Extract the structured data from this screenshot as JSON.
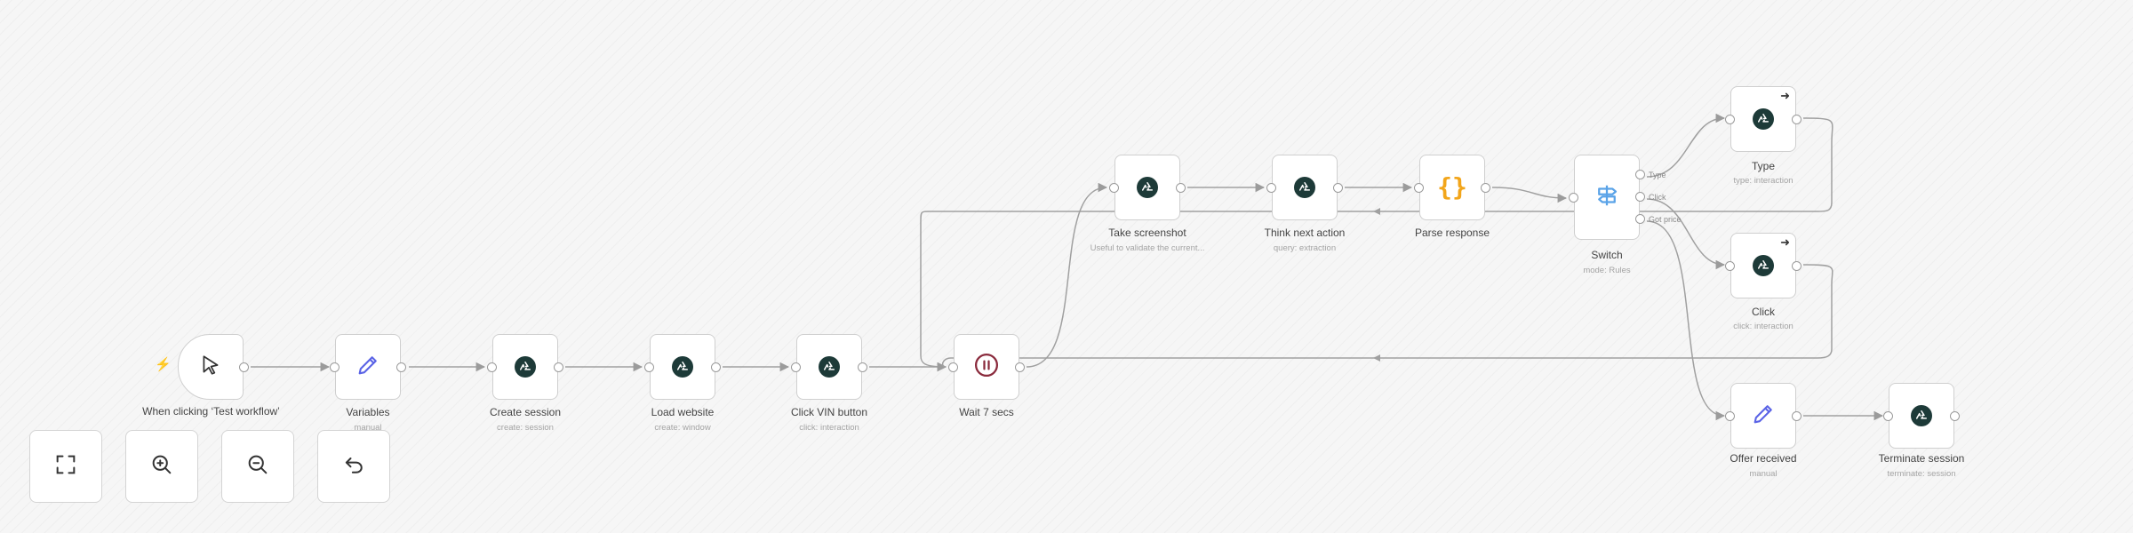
{
  "nodes": {
    "trigger": {
      "label": "When clicking ‘Test workflow’",
      "icon": "cursor-arrow-icon"
    },
    "variables": {
      "label": "Variables",
      "sub": "manual",
      "icon": "pencil-icon"
    },
    "create_session": {
      "label": "Create session",
      "sub": "create: session",
      "icon": "browser-agent-icon"
    },
    "load_website": {
      "label": "Load website",
      "sub": "create: window",
      "icon": "browser-agent-icon"
    },
    "click_vin": {
      "label": "Click VIN button",
      "sub": "click: interaction",
      "icon": "browser-agent-icon"
    },
    "wait": {
      "label": "Wait 7 secs",
      "icon": "pause-icon"
    },
    "take_screenshot": {
      "label": "Take screenshot",
      "sub": "Useful to validate the current...",
      "icon": "browser-agent-icon"
    },
    "think_next_action": {
      "label": "Think next action",
      "sub": "query: extraction",
      "icon": "browser-agent-icon"
    },
    "parse_response": {
      "label": "Parse response",
      "icon": "braces-icon"
    },
    "switch": {
      "label": "Switch",
      "sub": "mode: Rules",
      "icon": "signpost-icon",
      "outputs": [
        "Type",
        "Click",
        "Got price"
      ]
    },
    "type": {
      "label": "Type",
      "sub": "type: interaction",
      "icon": "browser-agent-icon"
    },
    "click": {
      "label": "Click",
      "sub": "click: interaction",
      "icon": "browser-agent-icon"
    },
    "offer_received": {
      "label": "Offer received",
      "sub": "manual",
      "icon": "pencil-icon"
    },
    "terminate_session": {
      "label": "Terminate session",
      "sub": "terminate: session",
      "icon": "browser-agent-icon"
    }
  },
  "controls": [
    {
      "name": "fit-to-view",
      "icon": "fit-view-icon"
    },
    {
      "name": "zoom-in",
      "icon": "zoom-in-icon"
    },
    {
      "name": "zoom-out",
      "icon": "zoom-out-icon"
    },
    {
      "name": "reset-zoom",
      "icon": "undo-icon"
    }
  ],
  "colors": {
    "browser_icon": "#1d3a38",
    "pencil_icon": "#5a63e6",
    "pause_icon": "#8a2a3c",
    "braces_icon": "#f2a51a",
    "signpost_icon": "#5aa3e8",
    "trigger_bolt": "#ff5a5a",
    "edge": "#9b9b9b"
  }
}
